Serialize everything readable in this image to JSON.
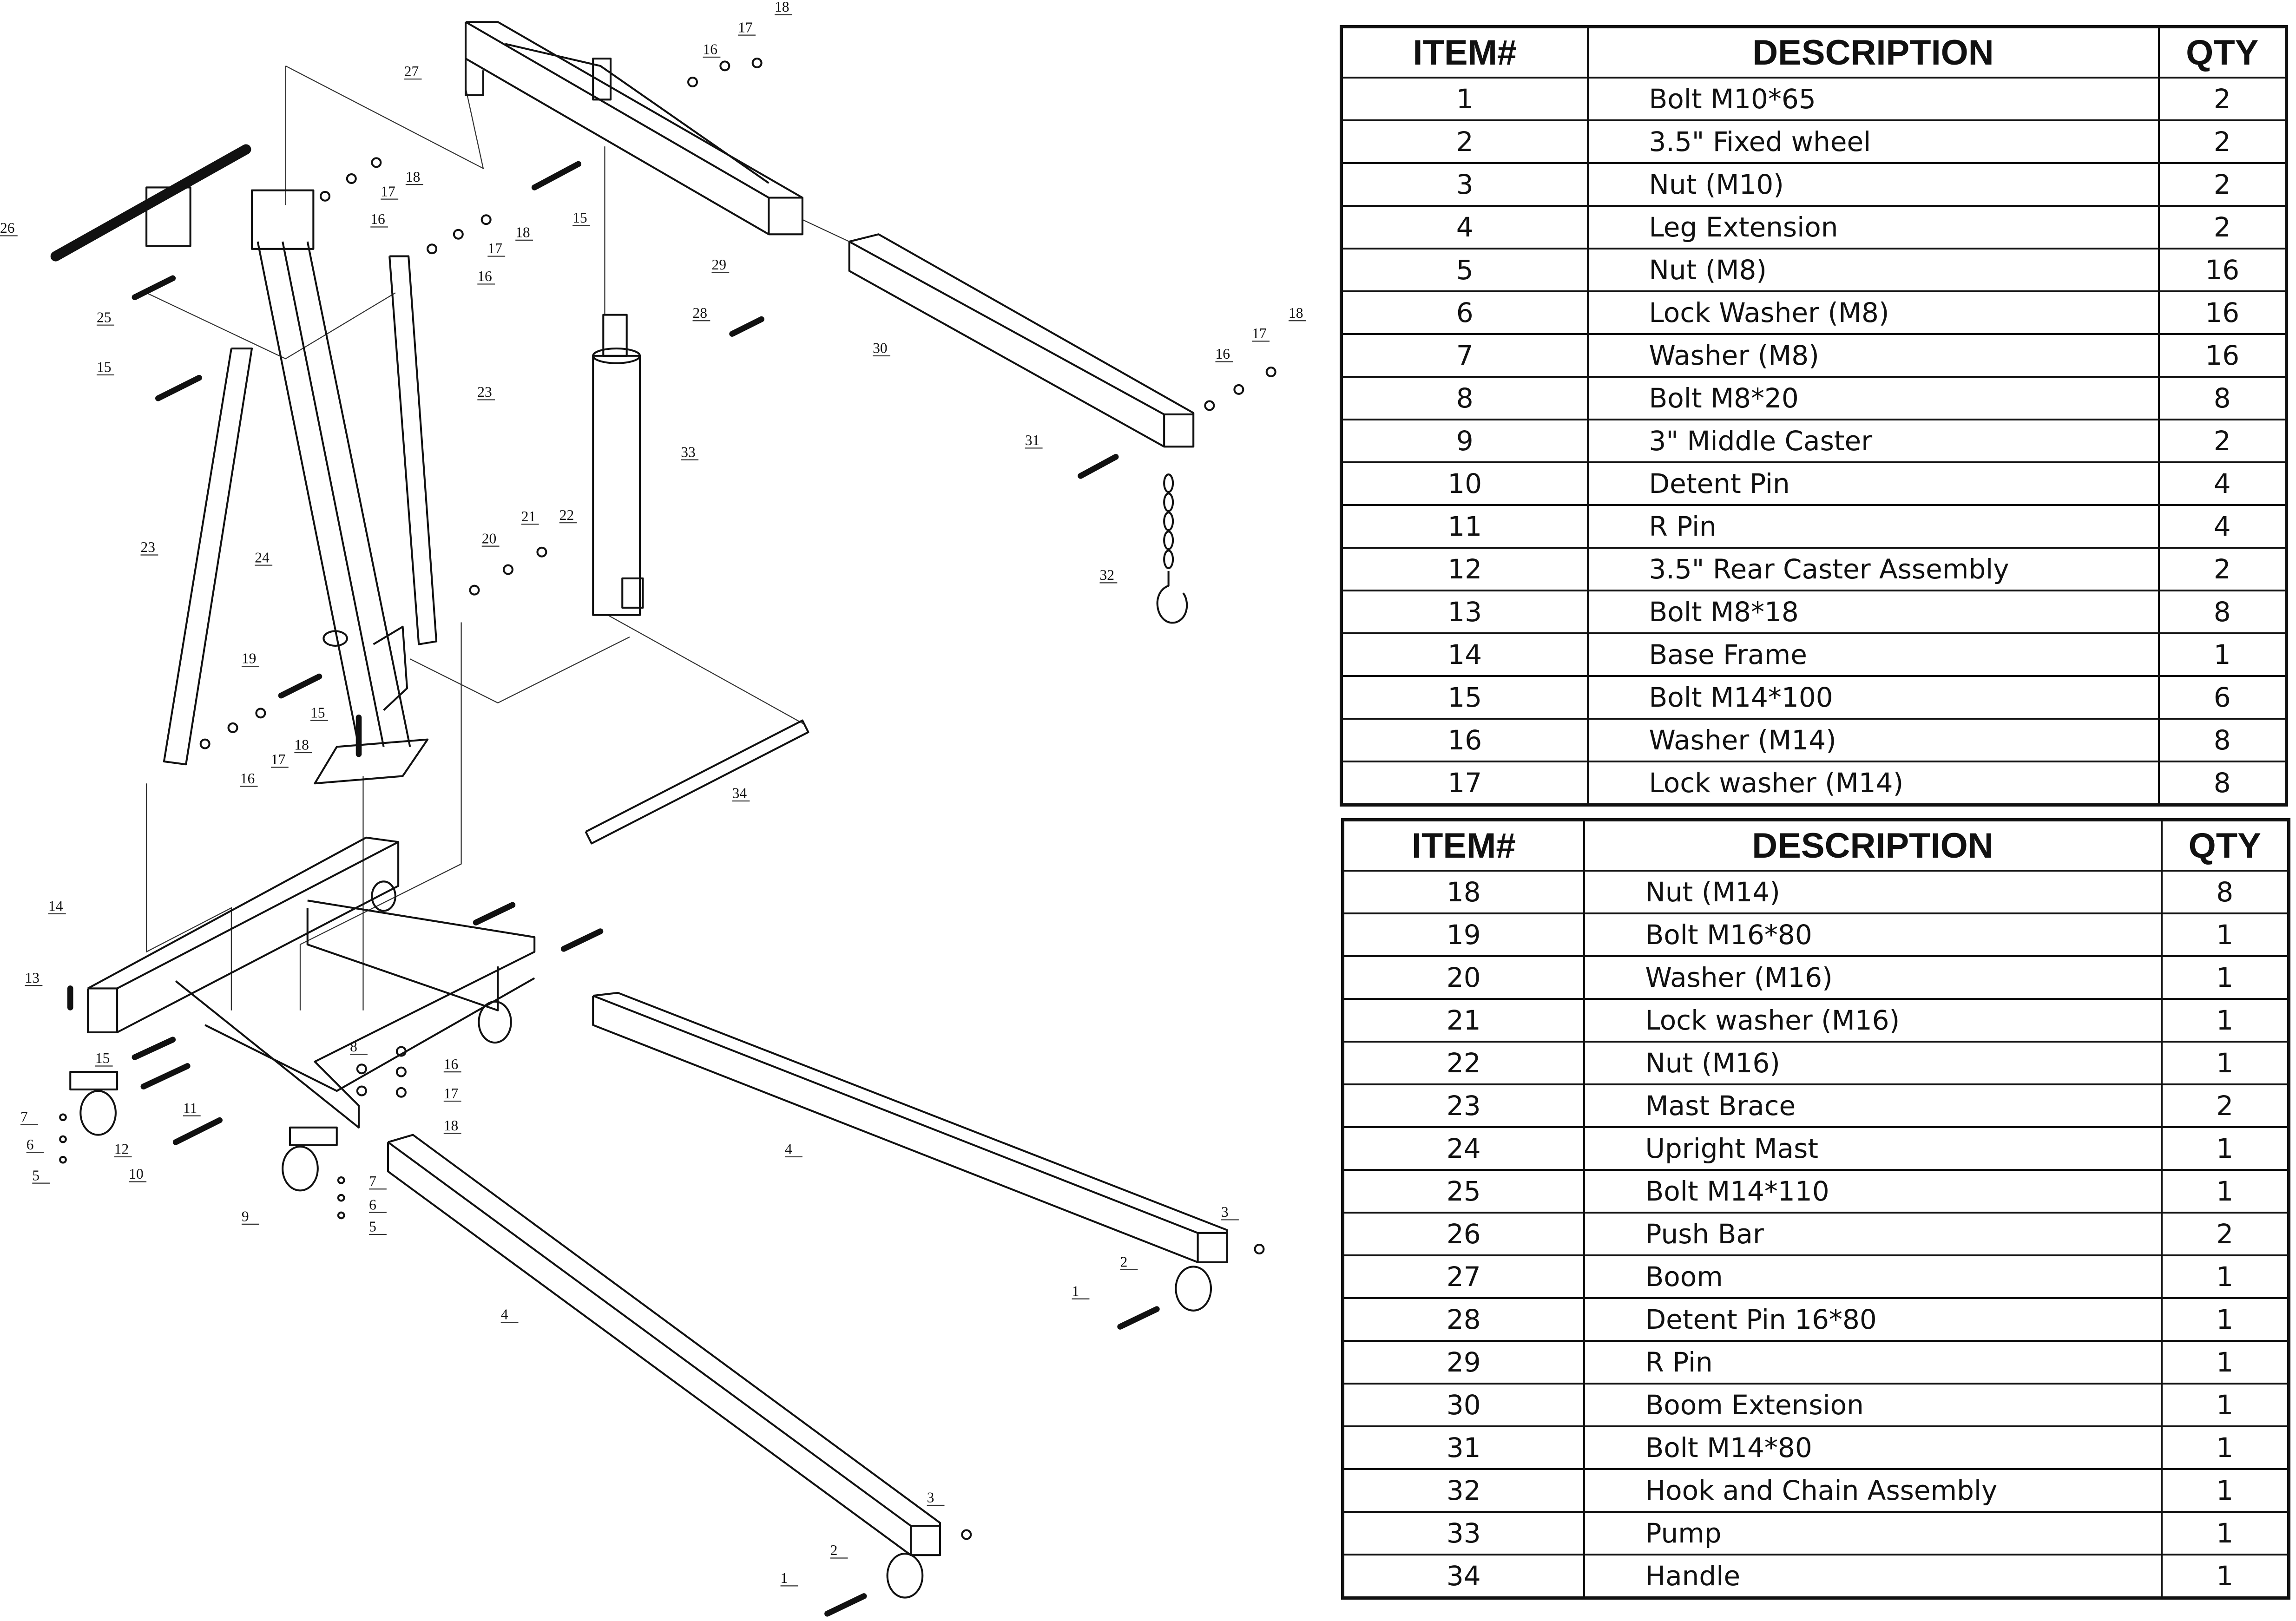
{
  "tables": [
    {
      "headers": {
        "item": "ITEM#",
        "description": "DESCRIPTION",
        "qty": "QTY"
      },
      "rows": [
        {
          "item": "1",
          "description": "Bolt M10*65",
          "qty": "2"
        },
        {
          "item": "2",
          "description": "3.5\" Fixed wheel",
          "qty": "2"
        },
        {
          "item": "3",
          "description": "Nut (M10)",
          "qty": "2"
        },
        {
          "item": "4",
          "description": "Leg Extension",
          "qty": "2"
        },
        {
          "item": "5",
          "description": "Nut (M8)",
          "qty": "16"
        },
        {
          "item": "6",
          "description": "Lock Washer (M8)",
          "qty": "16"
        },
        {
          "item": "7",
          "description": "Washer (M8)",
          "qty": "16"
        },
        {
          "item": "8",
          "description": "Bolt M8*20",
          "qty": "8"
        },
        {
          "item": "9",
          "description": "3\" Middle Caster",
          "qty": "2"
        },
        {
          "item": "10",
          "description": "Detent Pin",
          "qty": "4"
        },
        {
          "item": "11",
          "description": "R Pin",
          "qty": "4"
        },
        {
          "item": "12",
          "description": "3.5\" Rear Caster Assembly",
          "qty": "2"
        },
        {
          "item": "13",
          "description": "Bolt M8*18",
          "qty": "8"
        },
        {
          "item": "14",
          "description": "Base Frame",
          "qty": "1"
        },
        {
          "item": "15",
          "description": "Bolt M14*100",
          "qty": "6"
        },
        {
          "item": "16",
          "description": "Washer (M14)",
          "qty": "8"
        },
        {
          "item": "17",
          "description": "Lock washer (M14)",
          "qty": "8"
        }
      ]
    },
    {
      "headers": {
        "item": "ITEM#",
        "description": "DESCRIPTION",
        "qty": "QTY"
      },
      "rows": [
        {
          "item": "18",
          "description": "Nut (M14)",
          "qty": "8"
        },
        {
          "item": "19",
          "description": "Bolt M16*80",
          "qty": "1"
        },
        {
          "item": "20",
          "description": "Washer (M16)",
          "qty": "1"
        },
        {
          "item": "21",
          "description": "Lock washer (M16)",
          "qty": "1"
        },
        {
          "item": "22",
          "description": "Nut (M16)",
          "qty": "1"
        },
        {
          "item": "23",
          "description": "Mast Brace",
          "qty": "2"
        },
        {
          "item": "24",
          "description": "Upright Mast",
          "qty": "1"
        },
        {
          "item": "25",
          "description": "Bolt M14*110",
          "qty": "1"
        },
        {
          "item": "26",
          "description": "Push Bar",
          "qty": "2"
        },
        {
          "item": "27",
          "description": "Boom",
          "qty": "1"
        },
        {
          "item": "28",
          "description": "Detent Pin 16*80",
          "qty": "1"
        },
        {
          "item": "29",
          "description": "R Pin",
          "qty": "1"
        },
        {
          "item": "30",
          "description": "Boom Extension",
          "qty": "1"
        },
        {
          "item": "31",
          "description": "Bolt M14*80",
          "qty": "1"
        },
        {
          "item": "32",
          "description": "Hook and Chain Assembly",
          "qty": "1"
        },
        {
          "item": "33",
          "description": "Pump",
          "qty": "1"
        },
        {
          "item": "34",
          "description": "Handle",
          "qty": "1"
        }
      ]
    }
  ],
  "diagram": {
    "callouts": [
      "27",
      "16",
      "17",
      "18",
      "15",
      "18",
      "17",
      "16",
      "18",
      "17",
      "16",
      "26",
      "25",
      "15",
      "29",
      "28",
      "30",
      "16",
      "17",
      "18",
      "23",
      "33",
      "31",
      "32",
      "23",
      "24",
      "20",
      "21",
      "22",
      "19",
      "15",
      "18",
      "17",
      "16",
      "34",
      "14",
      "13",
      "15",
      "8",
      "16",
      "17",
      "18",
      "7",
      "6",
      "5",
      "12",
      "11",
      "10",
      "9",
      "7",
      "6",
      "5",
      "4",
      "3",
      "2",
      "1",
      "4",
      "3",
      "2",
      "1"
    ]
  }
}
